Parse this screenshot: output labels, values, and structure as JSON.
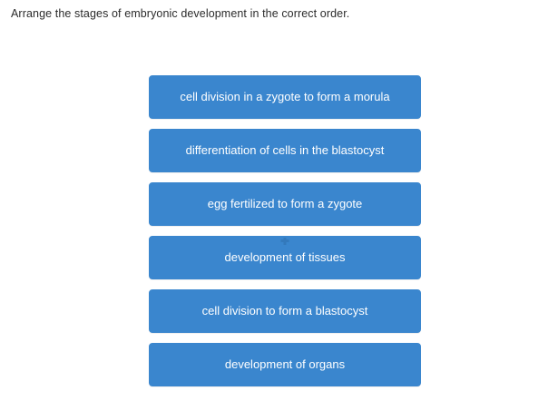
{
  "question": {
    "prompt": "Arrange the stages of embryonic development in the correct order."
  },
  "colors": {
    "tile_fill": "#3a86ce",
    "tile_border": "#3a86ce",
    "tile_text": "#ffffff",
    "prompt_text": "#2b2b2b",
    "page_background": "#ffffff"
  },
  "ordering": {
    "items": [
      {
        "label": "cell division in a zygote to form a morula",
        "has_drag_marker": false
      },
      {
        "label": "differentiation of cells in the blastocyst",
        "has_drag_marker": false
      },
      {
        "label": "egg fertilized to form a zygote",
        "has_drag_marker": false
      },
      {
        "label": "development of tissues",
        "has_drag_marker": true
      },
      {
        "label": "cell division to form a blastocyst",
        "has_drag_marker": false
      },
      {
        "label": "development of organs",
        "has_drag_marker": false
      }
    ]
  }
}
